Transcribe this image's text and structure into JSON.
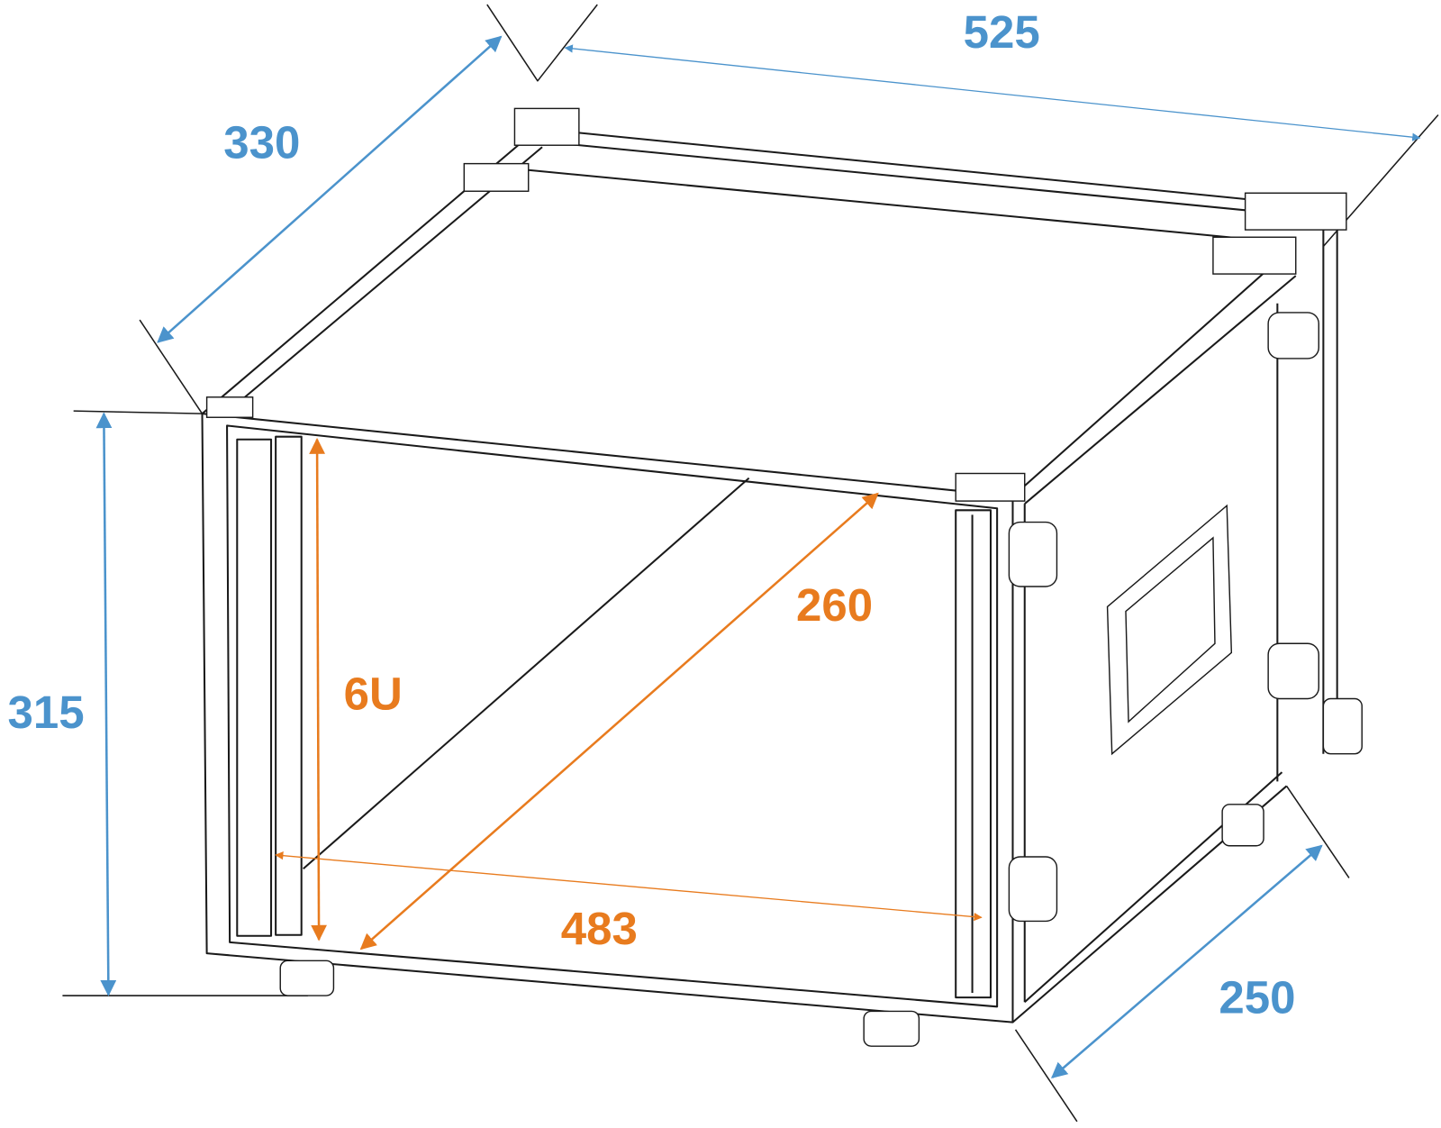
{
  "colors": {
    "outer_dimension": "#4b93cc",
    "inner_dimension": "#e87b1e",
    "line": "#1a1a1a"
  },
  "outer_dimensions": {
    "width": "525",
    "depth": "330",
    "height": "315",
    "lid_depth": "250"
  },
  "inner_dimensions": {
    "rack_units": "6U",
    "rack_depth": "260",
    "rack_width": "483"
  }
}
